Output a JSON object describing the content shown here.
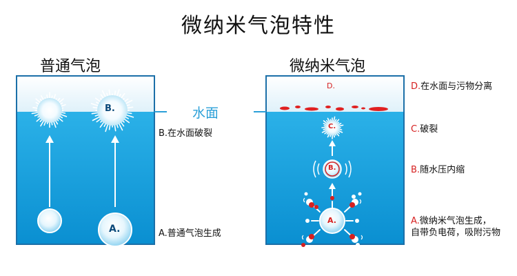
{
  "title": "微纳米气泡特性",
  "water_label": "水面",
  "left_panel": {
    "title": "普通气泡",
    "bubble_top_letter": "B.",
    "bubble_bottom_letter": "A.",
    "label_b": "B.在水面破裂",
    "label_a": "A.普通气泡生成"
  },
  "right_panel": {
    "title": "微纳米气泡",
    "letter_d": "D.",
    "letter_c": "C.",
    "letter_b": "B.",
    "letter_a": "A.",
    "label_d_prefix": "D.",
    "label_d_text": "在水面与污物分离",
    "label_c_prefix": "C.",
    "label_c_text": "破裂",
    "label_b_prefix": "B.",
    "label_b_text": "随水压内缩",
    "label_a_prefix": "A.",
    "label_a_text_line1": "微纳米气泡生成，",
    "label_a_text_line2": "自带负电荷，吸附污物"
  },
  "colors": {
    "water": "#1aa3dd",
    "water_deep": "#0b8fd0",
    "tank_border": "#1b6fa8",
    "accent_red": "#d62020",
    "water_label": "#2a9fd8"
  }
}
